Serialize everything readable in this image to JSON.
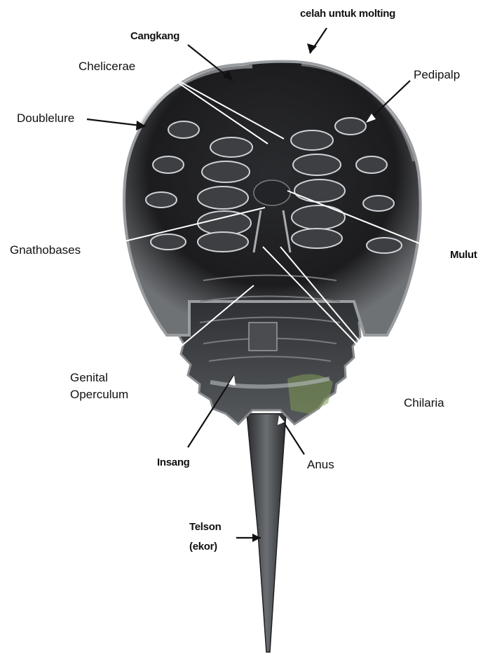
{
  "colors": {
    "background": "#ffffff",
    "label_text": "#111111",
    "leader_dark": "#111111",
    "leader_light": "#ffffff",
    "shell_dark": "#1c1c1e",
    "shell_mid": "#4a4c50",
    "shell_edge": "#8a8d8f",
    "leg_highlight": "#d9d9de",
    "accent_green": "#7f9a55"
  },
  "labels": {
    "celah": "celah untuk molting",
    "cangkang": "Cangkang",
    "chelicerae": "Chelicerae",
    "pedipalp": "Pedipalp",
    "doublelure": "Doublelure",
    "gnathobases": "Gnathobases",
    "mulut": "Mulut",
    "genital_1": "Genital",
    "genital_2": "Operculum",
    "chilaria": "Chilaria",
    "insang": "Insang",
    "anus": "Anus",
    "telson_1": "Telson",
    "telson_2": "(ekor)"
  },
  "illustration": {
    "subject": "horseshoe-crab-ventral-view"
  }
}
